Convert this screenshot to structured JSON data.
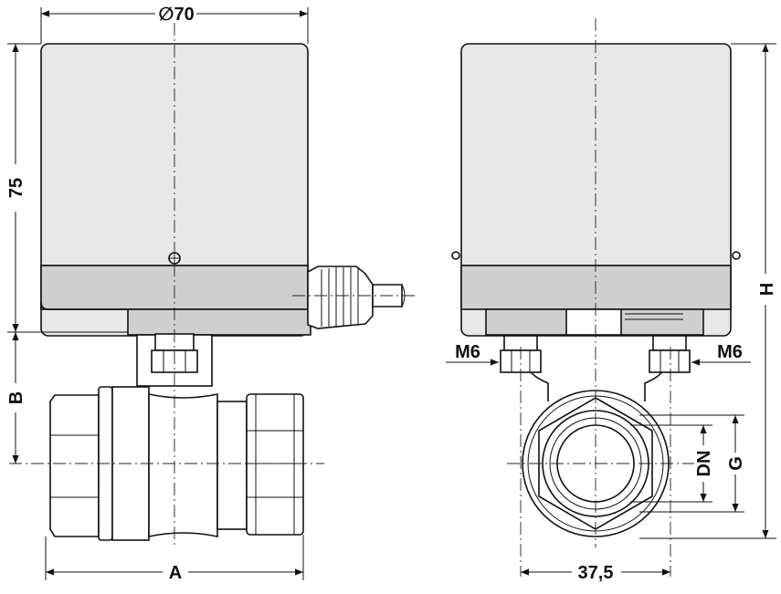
{
  "labels": {
    "dia70": "∅70",
    "h75": "75",
    "b": "B",
    "a": "A",
    "h": "H",
    "m6_left": "M6",
    "m6_right": "M6",
    "dn": "DN",
    "g": "G",
    "w375": "37,5"
  }
}
